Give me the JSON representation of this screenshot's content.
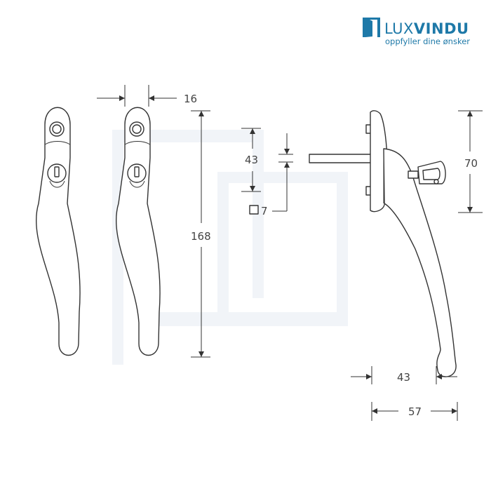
{
  "brand": {
    "name_light": "LUX",
    "name_bold": "VINDU",
    "tagline": "oppfyller dine ønsker",
    "color": "#1e79a8"
  },
  "dimensions": {
    "width_top": "16",
    "height_total": "168",
    "spindle_length": "43",
    "spindle_square": "7",
    "base_height": "70",
    "projection_short": "43",
    "projection_total": "57"
  },
  "colors": {
    "line": "#333333",
    "watermark": "#f1f4f8"
  }
}
